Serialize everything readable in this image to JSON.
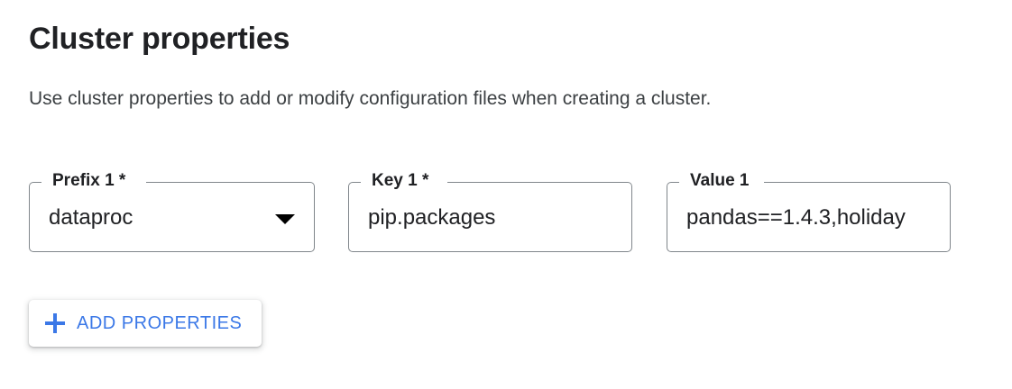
{
  "heading": {
    "title": "Cluster properties",
    "description": "Use cluster properties to add or modify configuration files when creating a cluster."
  },
  "colors": {
    "accent_blue": "#3b78e7",
    "text_primary": "#202124",
    "text_secondary": "#3c4043",
    "field_border": "#80868b",
    "surface": "#ffffff"
  },
  "properties_row": {
    "prefix_field": {
      "label": "Prefix 1 *",
      "value": "dataproc",
      "required": true,
      "control": "select",
      "icon": "dropdown-arrow-icon"
    },
    "key_field": {
      "label": "Key 1 *",
      "value": "pip.packages",
      "required": true,
      "control": "text"
    },
    "value_field": {
      "label": "Value 1",
      "value": "pandas==1.4.3,holiday",
      "required": false,
      "control": "text"
    }
  },
  "actions": {
    "add_properties": {
      "label": "ADD PROPERTIES",
      "icon": "plus-icon"
    }
  }
}
